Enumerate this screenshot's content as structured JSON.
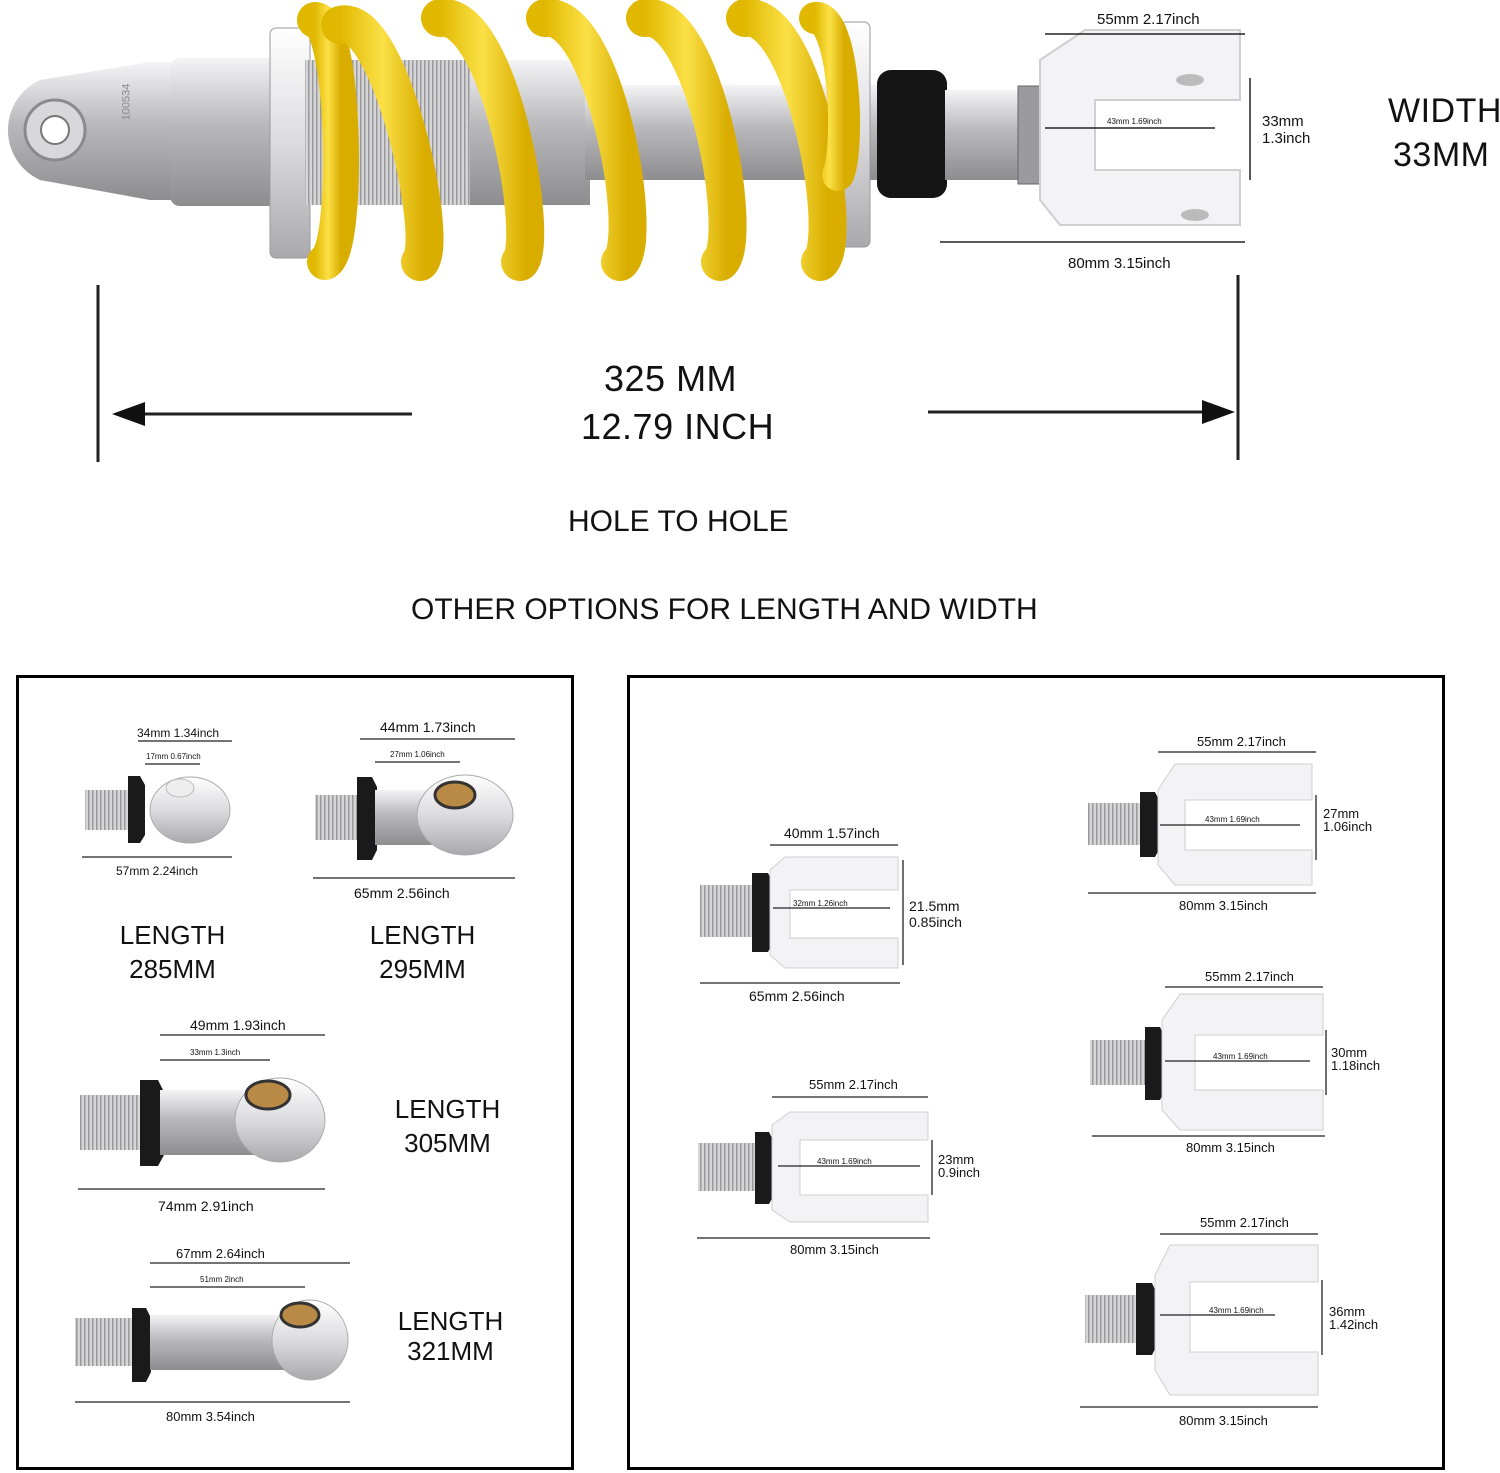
{
  "main": {
    "top_width_label": "55mm 2.17inch",
    "inner_label": "43mm 1.69inch",
    "height_label_mm": "33mm",
    "height_label_in": "1.3inch",
    "bottom_length_label": "80mm 3.15inch",
    "width_title_line1": "WIDTH",
    "width_title_line2": "33MM",
    "serial": "100534",
    "total_length_mm": "325 MM",
    "total_length_in": "12.79 INCH",
    "hole_to_hole": "HOLE TO HOLE",
    "options_heading": "OTHER OPTIONS FOR LENGTH AND WIDTH"
  },
  "eye_options": [
    {
      "top": "34mm 1.34inch",
      "inner": "17mm 0.67inch",
      "bottom": "57mm 2.24inch",
      "length_word": "LENGTH",
      "length_value": "285MM"
    },
    {
      "top": "44mm 1.73inch",
      "inner": "27mm 1.06inch",
      "bottom": "65mm 2.56inch",
      "length_word": "LENGTH",
      "length_value": "295MM"
    },
    {
      "top": "49mm 1.93inch",
      "inner": "33mm 1.3inch",
      "bottom": "74mm 2.91inch",
      "length_word": "LENGTH",
      "length_value": "305MM"
    },
    {
      "top": "67mm 2.64inch",
      "inner": "51mm 2inch",
      "bottom": "80mm 3.54inch",
      "length_word": "LENGTH",
      "length_value": "321MM"
    }
  ],
  "fork_options": [
    {
      "top": "40mm 1.57inch",
      "inner": "32mm 1.26inch",
      "h_mm": "21.5mm",
      "h_in": "0.85inch",
      "bottom": "65mm 2.56inch"
    },
    {
      "top": "55mm 2.17inch",
      "inner": "43mm 1.69inch",
      "h_mm": "23mm",
      "h_in": "0.9inch",
      "bottom": "80mm 3.15inch"
    },
    {
      "top": "55mm 2.17inch",
      "inner": "43mm 1.69inch",
      "h_mm": "27mm",
      "h_in": "1.06inch",
      "bottom": "80mm 3.15inch"
    },
    {
      "top": "55mm 2.17inch",
      "inner": "43mm 1.69inch",
      "h_mm": "30mm",
      "h_in": "1.18inch",
      "bottom": "80mm 3.15inch"
    },
    {
      "top": "55mm 2.17inch",
      "inner": "43mm 1.69inch",
      "h_mm": "36mm",
      "h_in": "1.42inch",
      "bottom": "80mm 3.15inch"
    }
  ],
  "colors": {
    "spring": "#f2cf1d",
    "body": "#c9c9cb",
    "fork": "#f2f2f4",
    "nut": "#1a1a1a",
    "bushing": "#b98a45"
  }
}
